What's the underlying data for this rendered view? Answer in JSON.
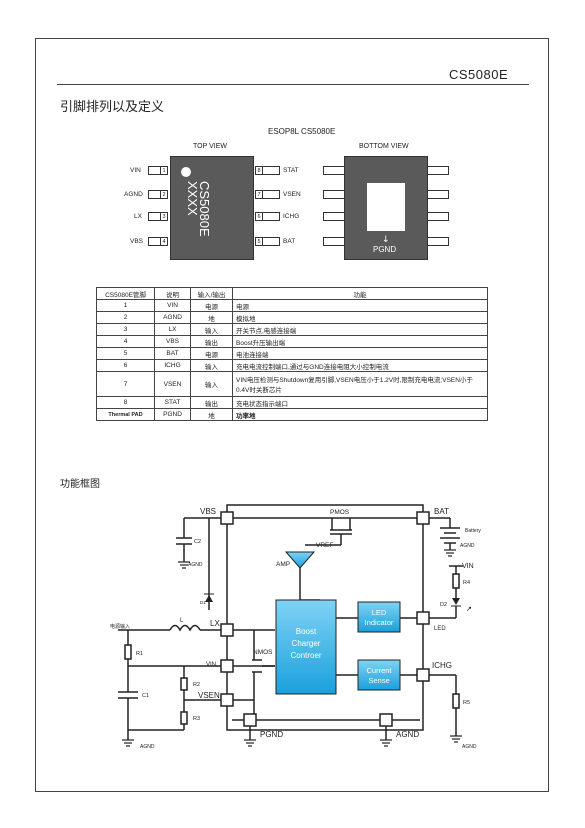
{
  "header": {
    "part": "CS5080E"
  },
  "section1": {
    "title": "引脚排列以及定义"
  },
  "package": {
    "title": "ESOP8L  CS5080E",
    "top_view": "TOP VIEW",
    "bottom_view": "BOTTOM VIEW",
    "marking_line1": "CS5080E",
    "marking_line2": "XXXX",
    "pad_label": "PGND",
    "left_pins": [
      {
        "name": "VIN",
        "num": "1"
      },
      {
        "name": "AGND",
        "num": "2"
      },
      {
        "name": "LX",
        "num": "3"
      },
      {
        "name": "VBS",
        "num": "4"
      }
    ],
    "right_pins": [
      {
        "name": "STAT",
        "num": "8"
      },
      {
        "name": "VSEN",
        "num": "7"
      },
      {
        "name": "ICHG",
        "num": "6"
      },
      {
        "name": "BAT",
        "num": "5"
      }
    ]
  },
  "pin_table": {
    "headers": [
      "CS5080E管脚",
      "说明",
      "输入/输出",
      "功能"
    ],
    "rows": [
      [
        "1",
        "VIN",
        "电源",
        "电源"
      ],
      [
        "2",
        "AGND",
        "地",
        "模拟地"
      ],
      [
        "3",
        "LX",
        "输入",
        "开关节点,电感连接端"
      ],
      [
        "4",
        "VBS",
        "输出",
        "Boost升压输出端"
      ],
      [
        "5",
        "BAT",
        "电源",
        "电池连接端"
      ],
      [
        "6",
        "ICHG",
        "输入",
        "充电电流控制端口,通过与GND连接电阻大小控制电流"
      ],
      [
        "7",
        "VSEN",
        "输入",
        "VIN电压检测与Shutdown复用引脚,VSEN电压小于1.2V时,限制充电电流;VSEN小于0.4V时关断芯片"
      ],
      [
        "8",
        "STAT",
        "输出",
        "充电状态指示端口"
      ],
      [
        "Thermal PAD",
        "PGND",
        "地",
        "功率地"
      ]
    ]
  },
  "section2": {
    "title": "功能框图"
  },
  "diagram": {
    "pins": {
      "vbs": "VBS",
      "bat": "BAT",
      "lx": "LX",
      "vin": "VIN",
      "vsen": "VSEN",
      "led": "LED",
      "ichg": "ICHG",
      "pgnd": "PGND",
      "agnd": "AGND"
    },
    "pmos": "PMOS",
    "nmos": "NMOS",
    "vref": "VREF",
    "amp": "AMP",
    "boost_block": [
      "Boost",
      "Charger",
      "Controer"
    ],
    "led_block": [
      "LED",
      "Indicator"
    ],
    "current_block": [
      "Current",
      "Sense"
    ],
    "battery": "Battery",
    "agnd_small": "AGND",
    "vin_ext": "VIN",
    "input_label": "电源输入",
    "components": {
      "c2": "C2",
      "c1": "C1",
      "l": "L",
      "d1": "D1",
      "r1": "R1",
      "r2": "R2",
      "r3": "R3",
      "r4": "R4",
      "r5": "R5",
      "d2": "D2"
    }
  }
}
